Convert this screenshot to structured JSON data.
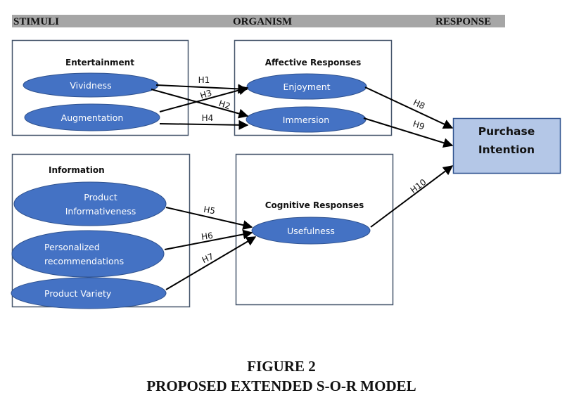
{
  "stages": {
    "stimuli": "STIMULI",
    "organism": "ORGANISM",
    "response": "RESPONSE"
  },
  "groups": {
    "entertainment": "Entertainment",
    "information": "Information",
    "affective": "Affective Responses",
    "cognitive": "Cognitive Responses"
  },
  "constructs": {
    "vividness": [
      "Vividness"
    ],
    "augmentation": [
      "Augmentation"
    ],
    "product_informativeness": [
      "Product",
      "Informativeness"
    ],
    "personalized_recommendations": [
      "Personalized",
      "recommendations"
    ],
    "product_variety": [
      "Product Variety"
    ],
    "enjoyment": [
      "Enjoyment"
    ],
    "immersion": [
      "Immersion"
    ],
    "usefulness": [
      "Usefulness"
    ],
    "purchase_intention": [
      "Purchase",
      "Intention"
    ]
  },
  "hypotheses": [
    {
      "id": "H1",
      "from": "vividness",
      "to": "enjoyment"
    },
    {
      "id": "H2",
      "from": "vividness",
      "to": "immersion"
    },
    {
      "id": "H3",
      "from": "augmentation",
      "to": "enjoyment"
    },
    {
      "id": "H4",
      "from": "augmentation",
      "to": "immersion"
    },
    {
      "id": "H5",
      "from": "product_informativeness",
      "to": "usefulness"
    },
    {
      "id": "H6",
      "from": "personalized_recommendations",
      "to": "usefulness"
    },
    {
      "id": "H7",
      "from": "product_variety",
      "to": "usefulness"
    },
    {
      "id": "H8",
      "from": "enjoyment",
      "to": "purchase_intention"
    },
    {
      "id": "H9",
      "from": "immersion",
      "to": "purchase_intention"
    },
    {
      "id": "H10",
      "from": "usefulness",
      "to": "purchase_intention"
    }
  ],
  "caption": {
    "figure": "FIGURE 2",
    "title": "PROPOSED EXTENDED S-O-R MODEL"
  },
  "colors": {
    "header_bar": "#a6a6a6",
    "node_fill": "#4472c4",
    "node_stroke": "#2f528f",
    "box_stroke": "#44546a",
    "response_fill": "#b4c7e7",
    "response_stroke": "#2f528f",
    "arrow": "#000000"
  }
}
